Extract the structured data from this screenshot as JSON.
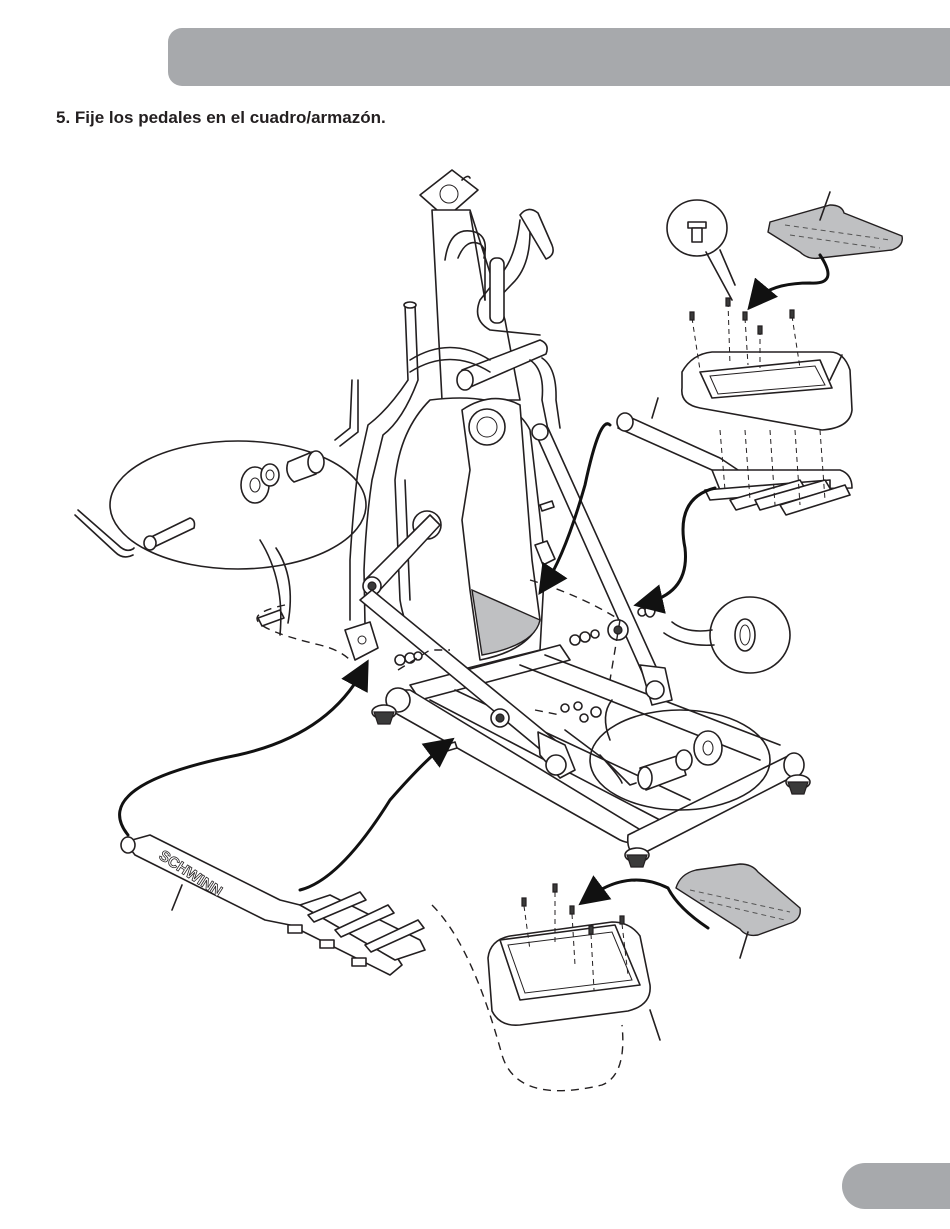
{
  "header": {
    "color": "#a7a9ac"
  },
  "step": {
    "title": "5. Fije los pedales en el cuadro/armazón."
  },
  "figure": {
    "brand_mark": "SCHWINN",
    "parts": [
      "frame",
      "left-pedal-arm",
      "right-pedal-arm",
      "pedal-platform",
      "pedal-pad",
      "bolt",
      "washer",
      "axle",
      "hex-key"
    ]
  },
  "footer": {
    "tab_color": "#a7a9ac"
  }
}
